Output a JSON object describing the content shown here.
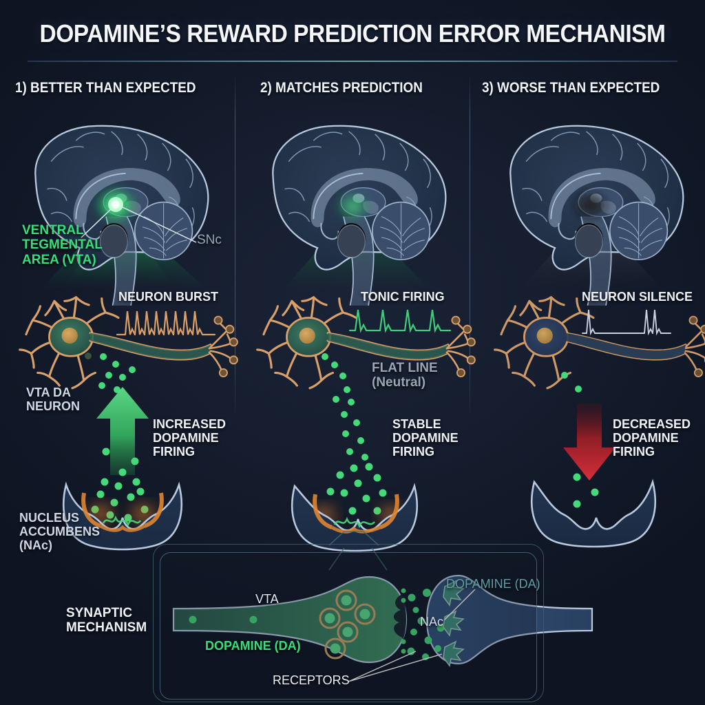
{
  "title": "DOPAMINE’S REWARD PREDICTION ERROR MECHANISM",
  "colors": {
    "background": "#101726",
    "dopamine_green": "#35e07a",
    "neuron_tan": "#d9a06a",
    "brain_blue": "#b9cadf",
    "nac_blue": "#2e4straight",
    "arrow_up_green": "#3fbf63",
    "arrow_down_red": "#c1272d",
    "teal_label": "#5c9fa5",
    "grey_label": "#9aa6b6",
    "divider": "#54688a"
  },
  "columns": [
    {
      "header": "1) BETTER THAN EXPECTED",
      "brain": {
        "vta_label": "VENTRAL\nTEGMENTAL\nAREA (VTA)",
        "snc_label": "SNc",
        "glow": "bright-green"
      },
      "neuron": {
        "spike_label": "NEURON BURST",
        "spike_count": 8,
        "spike_style": "burst",
        "neuron_label": "VTA DA\nNEURON"
      },
      "arrow": {
        "direction": "up",
        "color": "#3fbf63"
      },
      "firing_label": "INCREASED\nDOPAMINE\nFIRING",
      "nac_label": "NUCLEUS\nACCUMBENS\n(NAc)",
      "dopamine_dot_count": 16,
      "nac_glow": "strong-orange"
    },
    {
      "header": "2) MATCHES PREDICTION",
      "brain": {
        "glow": "medium-green"
      },
      "neuron": {
        "spike_label": "TONIC FIRING",
        "spike_count": 5,
        "spike_style": "tonic",
        "flatline_label": "FLAT LINE\n(Neutral)"
      },
      "firing_label": "STABLE\nDOPAMINE\nFIRING",
      "dopamine_dot_count": 12,
      "nac_glow": "orange"
    },
    {
      "header": "3) WORSE THAN EXPECTED",
      "brain": {
        "glow": "grey-dim"
      },
      "neuron": {
        "spike_label": "NEURON SILENCE",
        "spike_count": 3,
        "spike_style": "silence"
      },
      "arrow": {
        "direction": "down",
        "color": "#c1272d"
      },
      "firing_label": "DECREASED\nDOPAMINE\nFIRING",
      "dopamine_dot_count": 3,
      "nac_glow": "none"
    }
  ],
  "synaptic": {
    "section_label": "SYNAPTIC\nMECHANISM",
    "presynaptic_label": "VTA",
    "presynaptic_transmitter": "DOPAMINE (DA)",
    "postsynaptic_label": "NAc",
    "postsynaptic_transmitter": "DOPAMINE (DA)",
    "receptors_label": "RECEPTORS",
    "vesicle_count": 5,
    "receptor_count": 3
  }
}
